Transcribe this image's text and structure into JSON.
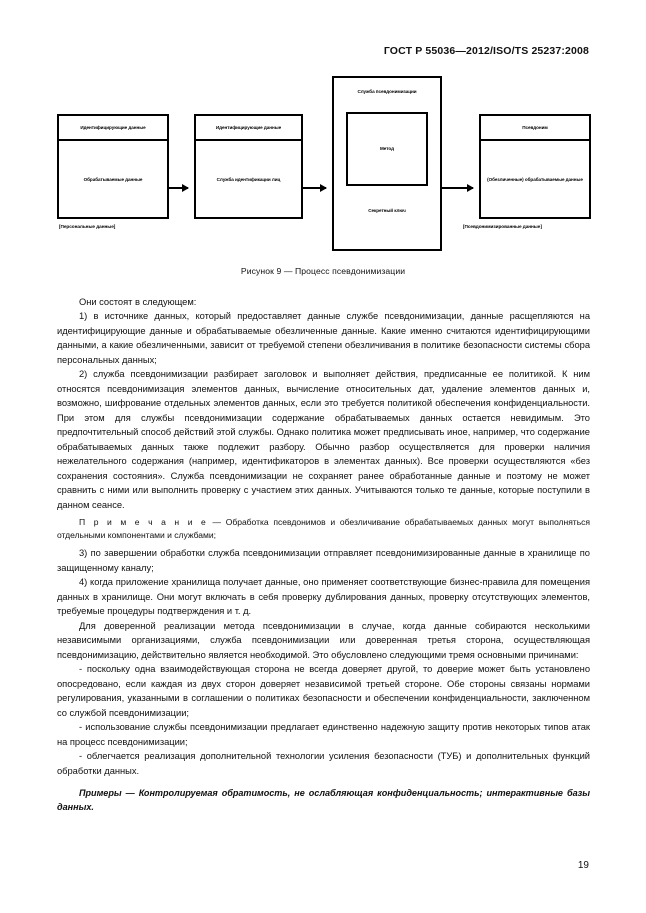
{
  "header": {
    "standard_id": "ГОСТ Р 55036—2012/ISO/TS 25237:2008"
  },
  "figure": {
    "caption": "Рисунок 9 — Процесс псевдонимизации",
    "boxes": {
      "source": {
        "header": "Идентифицирующие данные",
        "body": "Обрабатываемые данные"
      },
      "identification": {
        "header": "Идентифицирующие данные",
        "body": "Служба идентификации лиц"
      },
      "pseudonymization": {
        "title": "Служба псевдонимизации",
        "method": "Метод",
        "key": "Секретный ключ"
      },
      "output": {
        "header": "Псевдоним",
        "body": "(Обезличенные) обрабатываемые данные"
      }
    },
    "brackets": {
      "left": "[Персональные данные]",
      "right": "[Псевдонимизированные данные]"
    }
  },
  "body": {
    "intro": "Они состоят в следующем:",
    "item1": "1) в источнике данных, который предоставляет данные службе псевдонимизации, данные расщепляются на идентифицирующие данные и обрабатываемые обезличенные данные. Какие именно считаются идентифицирующими данными, а какие обезличенными, зависит от требуемой степени обезличивания в политике безопасности системы сбора персональных данных;",
    "item2": "2) служба псевдонимизации разбирает заголовок и выполняет действия, предписанные ее политикой. К ним относятся псевдонимизация элементов данных, вычисление относительных дат, удаление элементов данных и, возможно, шифрование отдельных элементов данных, если это требуется политикой обеспечения конфиденциальности. При этом для службы псевдонимизации содержание обрабатываемых данных остается невидимым. Это предпочтительный способ действий этой службы. Однако политика может предписывать иное, например, что содержание обрабатываемых данных также подлежит разбору. Обычно разбор осуществляется для проверки наличия нежелательного содержания (например, идентификаторов в элементах данных). Все проверки осуществляются «без сохранения состояния». Служба псевдонимизации не сохраняет ранее обработанные данные и поэтому не может сравнить с ними или выполнить проверку с участием этих данных. Учитываются только те данные, которые поступили в данном сеансе.",
    "note_lead": "П р и м е ч а н и е",
    "note_text": " — Обработка псевдонимов и обезличивание обрабатываемых данных могут выполняться отдельными компонентами и службами;",
    "item3": "3) по завершении обработки служба псевдонимизации отправляет псевдонимизированные данные в хранилище по защищенному каналу;",
    "item4": "4) когда приложение хранилища получает данные, оно применяет соответствующие бизнес-правила для помещения данных в хранилище. Они могут включать в себя проверку дублирования данных, проверку отсутствующих элементов, требуемые процедуры подтверждения и т. д.",
    "para_trusted": "Для доверенной реализации метода псевдонимизации в случае, когда данные собираются несколькими независимыми организациями, служба псевдонимизации или доверенная третья сторона, осуществляющая псевдонимизацию, действительно является необходимой. Это обусловлено следующими тремя основными причинами:",
    "bullet1": "- поскольку одна взаимодействующая сторона не всегда доверяет другой, то доверие может быть установлено опосредовано, если каждая из двух сторон доверяет независимой третьей стороне. Обе стороны связаны нормами регулирования, указанными в соглашении о политиках безопасности и обеспечении конфиденциальности, заключенном со службой псевдонимизации;",
    "bullet2": "- использование службы псевдонимизации предлагает единственно надежную защиту против некоторых типов атак на процесс псевдонимизации;",
    "bullet3": "- облегчается реализация дополнительной технологии усиления безопасности (ТУБ) и дополнительных функций обработки данных.",
    "examples": "Примеры — Контролируемая обратимость, не ослабляющая конфиденциальность; интерактивные базы данных."
  },
  "footer": {
    "page_number": "19"
  }
}
